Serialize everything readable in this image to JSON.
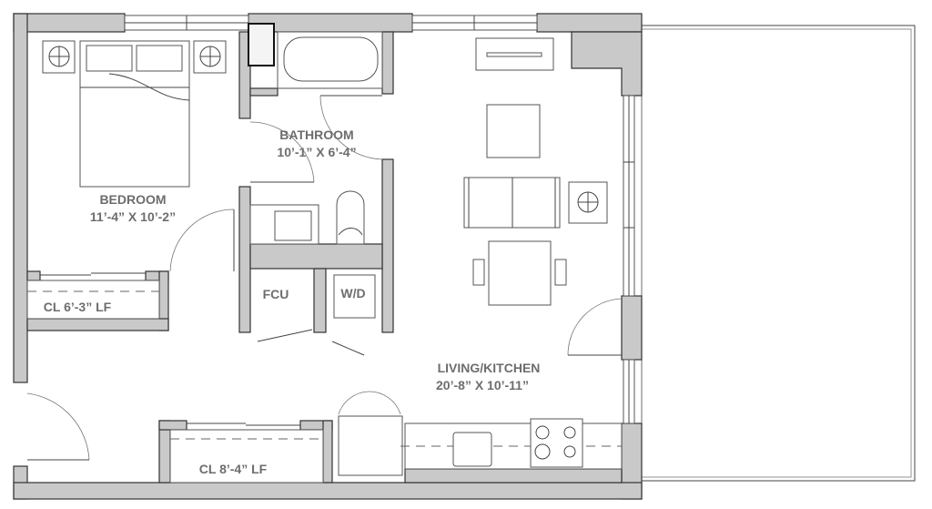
{
  "rooms": {
    "bedroom": {
      "name": "BEDROOM",
      "dims": "11’-4” X 10’-2”"
    },
    "bathroom": {
      "name": "BATHROOM",
      "dims": "10’-1” X 6’-4”"
    },
    "living_kitchen": {
      "name": "LIVING/KITCHEN",
      "dims": "20’-8” X 10’-11”"
    },
    "closet_bedroom": {
      "name": "CL 6’-3” LF"
    },
    "closet_entry": {
      "name": "CL 8’-4” LF"
    },
    "fcu": {
      "name": "FCU"
    },
    "wd": {
      "name": "W/D"
    }
  },
  "colors": {
    "wall": "#c9c9c9",
    "label": "#6d6d6d"
  }
}
